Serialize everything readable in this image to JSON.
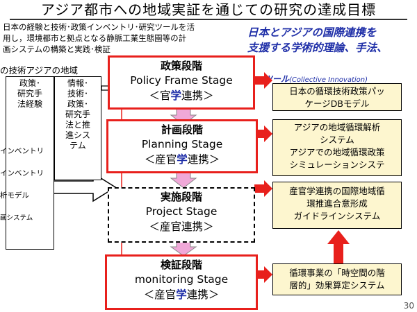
{
  "header": {
    "title": "アジア都市への地域実証を通じての研究の達成目標"
  },
  "intro": {
    "line1": "日本の経験と技術･政策インベントリ･研究ツールを活",
    "line2": "用し，環境都市と拠点となる静脈工業生態園等の計",
    "line3": "画システムの構築と実践･検証"
  },
  "goal": {
    "line1": "日本とアジアの国際連携を",
    "line2": "支援する学術的理論、手法、",
    "line3_main": "ツール",
    "line3_sub": "(Collective Innovation)"
  },
  "left_column": {
    "header": "の技術アジアの地域",
    "box1": {
      "line1": "政策･",
      "line2": "研究手",
      "line3": "法経験"
    },
    "box2": {
      "line1": "情報･",
      "line2": "技術･",
      "line3": "政策･",
      "line4": "研究手",
      "line5": "法と推",
      "line6": "進シス",
      "line7": "テム"
    },
    "labels": {
      "l1": "インベントリ",
      "l2": "インベントリ",
      "l3": "析モデル",
      "l4": "画システム"
    }
  },
  "stages": [
    {
      "ja": "政策段階",
      "en": "Policy Frame  Stage",
      "pre": "＜官",
      "gaku": "学",
      "post": "連携＞"
    },
    {
      "ja": "計画段階",
      "en": "Planning  Stage",
      "pre": "＜産官",
      "gaku": "学",
      "post": "連携＞"
    },
    {
      "ja": "実施段階",
      "en": "Project Stage",
      "pre": "＜産官連携＞",
      "gaku": "",
      "post": ""
    },
    {
      "ja": "検証段階",
      "en": "monitoring Stage",
      "pre": "＜産官",
      "gaku": "学",
      "post": "連携＞"
    }
  ],
  "right_boxes": {
    "box1": {
      "line1": "日本の循環技術政策パッ",
      "line2": "ケージDBモデル"
    },
    "box2": {
      "line1": "アジアの地域循環解析",
      "line2": "システム",
      "line3": "アジアでの地域循環政策",
      "line4": "シミュレーションシステ"
    },
    "box3": {
      "line1": "産官学連携の国際地域循",
      "line2": "環推進合意形成",
      "line3": "ガイドラインシステム"
    },
    "box4": {
      "line1": "循環事業の「時空間の階",
      "line2": "層的」効果算定システム"
    }
  },
  "colors": {
    "stage_border": "#e8201c",
    "arrow_pink": "#f0a8d8",
    "right_box_fill": "#fdf6cf",
    "gaku_blue": "#1f2fa8",
    "goal_blue": "#1f2fa8"
  },
  "page_number": "30"
}
